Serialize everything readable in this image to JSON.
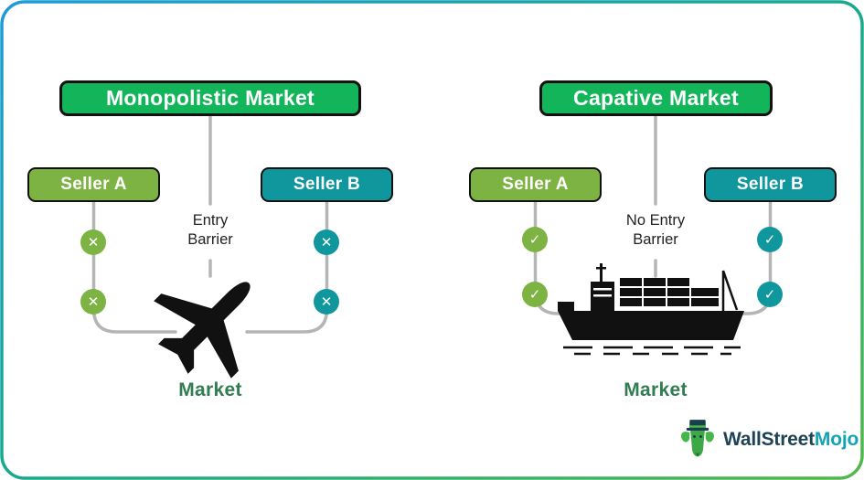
{
  "panels": [
    {
      "title": "Monopolistic Market",
      "sellers": [
        {
          "label": "Seller A"
        },
        {
          "label": "Seller B"
        }
      ],
      "barrier_label_line1": "Entry",
      "barrier_label_line2": "Barrier",
      "barrier_symbol": "✕",
      "market_label": "Market",
      "icon": "airplane"
    },
    {
      "title": "Capative Market",
      "sellers": [
        {
          "label": "Seller A"
        },
        {
          "label": "Seller B"
        }
      ],
      "barrier_label_line1": "No Entry",
      "barrier_label_line2": "Barrier",
      "barrier_symbol": "✓",
      "market_label": "Market",
      "icon": "cargo-ship"
    }
  ],
  "logo": {
    "text_primary": "WallStreet",
    "text_secondary": "Mojo"
  },
  "colors": {
    "title_green": "#12b559",
    "seller_green": "#7db342",
    "seller_teal": "#10979e",
    "connector_gray": "#b5b5b5",
    "market_green": "#2f7d51",
    "icon_black": "#111111",
    "border_gradient_start": "#1e9ad6",
    "border_gradient_end": "#52b848",
    "logo_dark": "#1d4354",
    "logo_teal": "#12a3b4"
  }
}
